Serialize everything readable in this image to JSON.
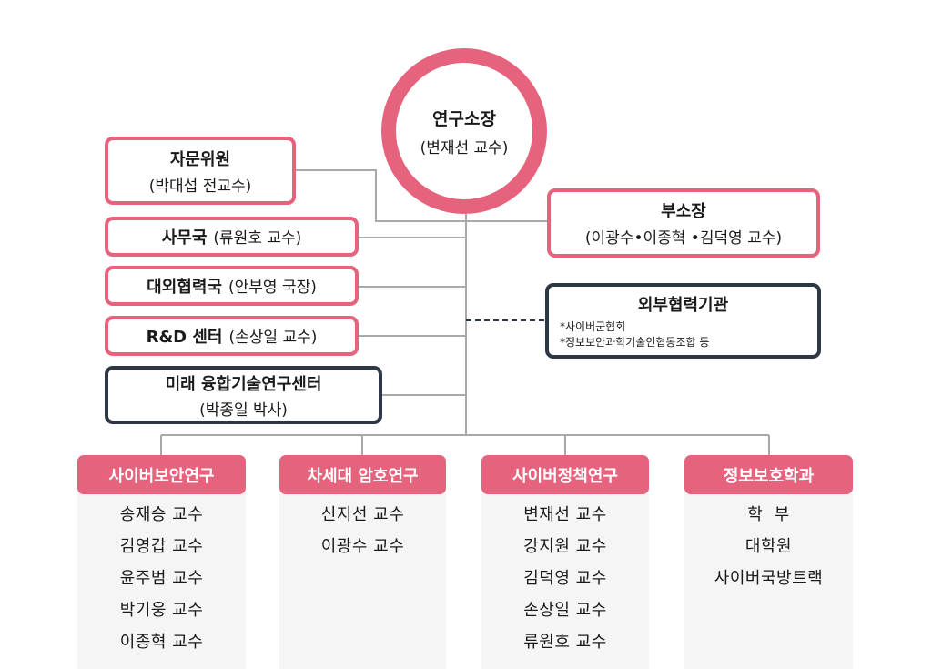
{
  "director": {
    "title": "연구소장",
    "name": "(변재선 교수)"
  },
  "advisor": {
    "title": "자문위원",
    "name": "(박대섭 전교수)"
  },
  "deputy": {
    "title": "부소장",
    "name": "(이광수•이종혁 •김덕영 교수)"
  },
  "left_units": [
    {
      "title": "사무국",
      "name": "(류원호 교수)"
    },
    {
      "title": "대외협력국",
      "name": "(안부영 국장)"
    },
    {
      "title": "R&D 센터",
      "name": "(손상일 교수)"
    }
  ],
  "future_center": {
    "title": "미래 융합기술연구센터",
    "name": "(박종일 박사)"
  },
  "external": {
    "title": "외부협력기관",
    "notes": [
      "*사이버군협회",
      "*정보보안과학기술인협동조합 등"
    ]
  },
  "columns": [
    {
      "header": "사이버보안연구",
      "members": [
        "송재승 교수",
        "김영갑 교수",
        "윤주범 교수",
        "박기웅 교수",
        "이종혁 교수"
      ]
    },
    {
      "header": "차세대 암호연구",
      "members": [
        "신지선 교수",
        "이광수 교수"
      ]
    },
    {
      "header": "사이버정책연구",
      "members": [
        "변재선 교수",
        "강지원 교수",
        "김덕영 교수",
        "손상일 교수",
        "류원호 교수"
      ]
    },
    {
      "header": "정보보호학과",
      "members": [
        "학  부",
        "대학원",
        "사이버국방트랙"
      ]
    }
  ],
  "colors": {
    "accent": "#e5637d",
    "navy": "#2e3745",
    "line": "#a9a9a9",
    "panel": "#f5f5f5"
  }
}
